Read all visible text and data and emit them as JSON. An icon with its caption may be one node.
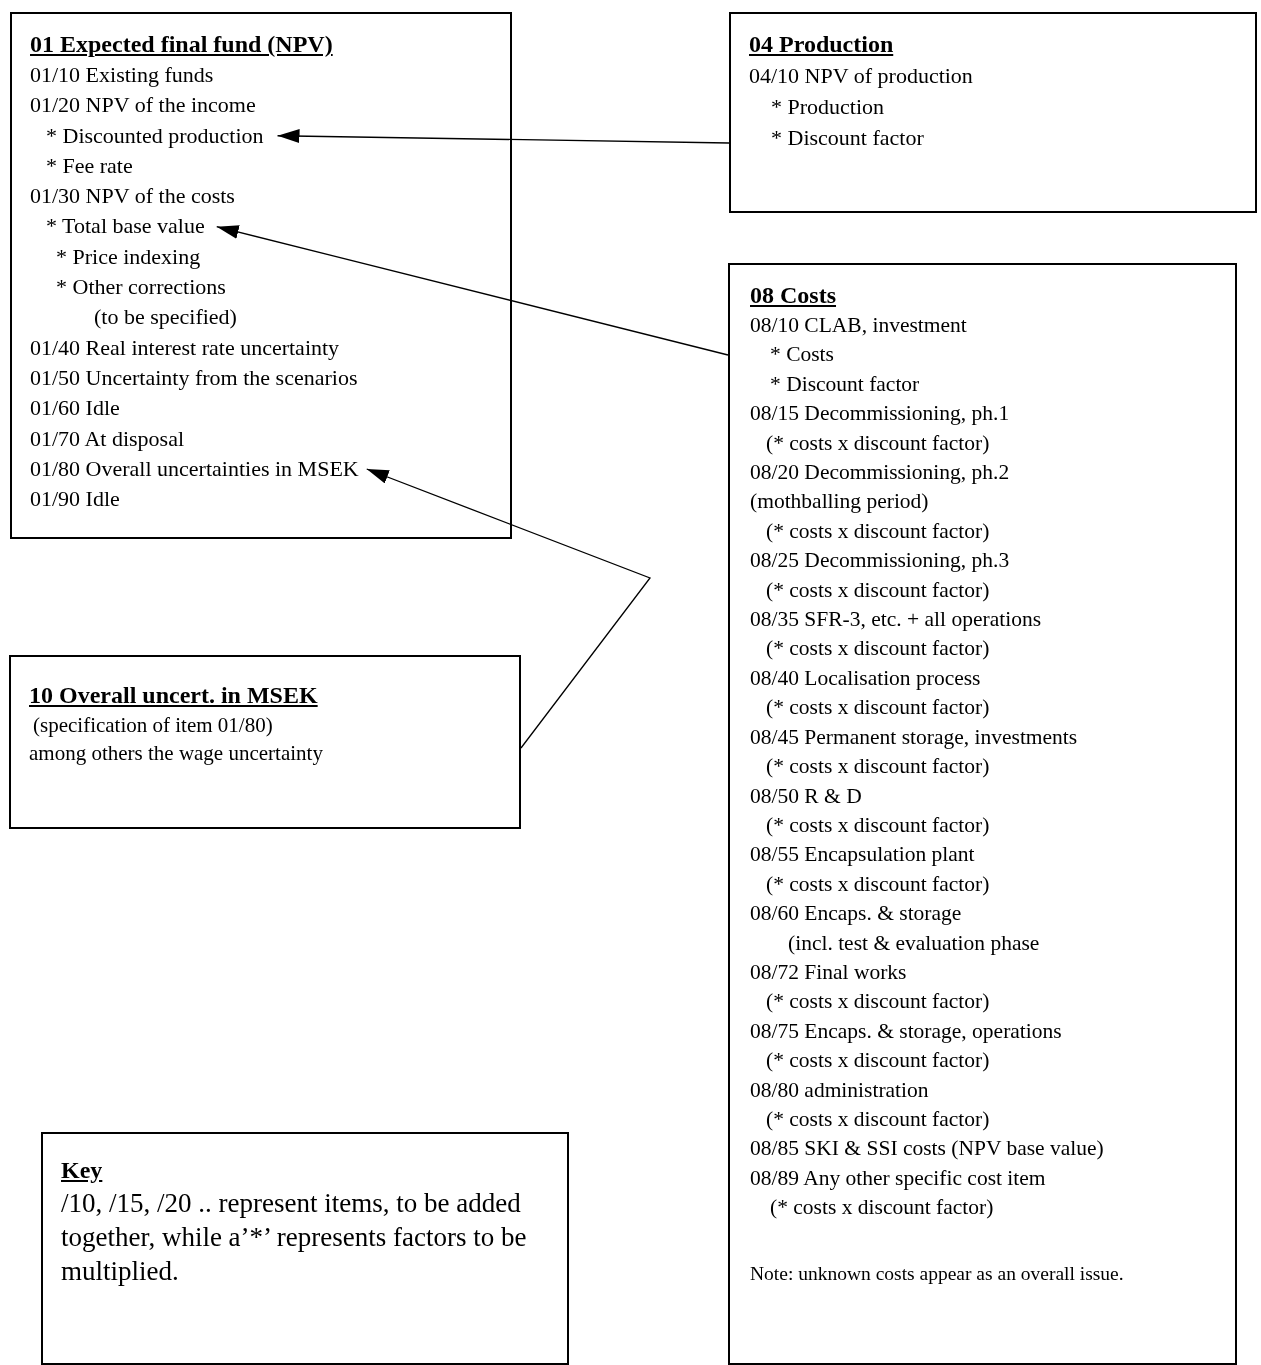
{
  "diagram": {
    "nodes": [
      {
        "text": [
          "01 Expected final fund (NPV)",
          "01/10 Existing funds",
          "01/20 NPV of the income",
          "* Discounted production",
          "* Fee rate",
          "01/30 NPV of the costs",
          "* Total base value",
          "* Price indexing",
          "* Other corrections",
          "(to be specified)",
          "01/40 Real interest rate uncertainty",
          "01/50 Uncertainty from the scenarios",
          "01/60 Idle",
          "01/70 At disposal",
          "01/80 Overall uncertainties in MSEK",
          "01/90 Idle"
        ]
      },
      {
        "text": [
          "04 Production",
          "04/10 NPV of production",
          "* Production",
          "* Discount factor"
        ]
      },
      {
        "text": [
          "08 Costs",
          "08/10 CLAB, investment",
          "* Costs",
          "* Discount factor",
          "08/15 Decommissioning, ph.1",
          "(* costs x discount factor)",
          "08/20 Decommissioning, ph.2",
          "(mothballing period)",
          "(* costs x discount factor)",
          "08/25 Decommissioning, ph.3",
          "(* costs x discount factor)",
          "08/35 SFR-3, etc. + all operations",
          "(* costs x discount factor)",
          "08/40 Localisation process",
          "(* costs x discount factor)",
          "08/45 Permanent storage, investments",
          "(* costs x discount factor)",
          "08/50 R & D",
          "(* costs x discount factor)",
          "08/55 Encapsulation plant",
          "(* costs x discount factor)",
          "08/60 Encaps. & storage",
          "(incl. test & evaluation phase",
          "08/72 Final works",
          "(* costs x discount factor)",
          "08/75 Encaps. & storage, operations",
          "(* costs x discount factor)",
          "08/80 administration",
          "(* costs x discount factor)",
          "08/85 SKI & SSI costs (NPV base value)",
          "08/89 Any other specific cost item",
          "(* costs x discount factor)",
          "Note: unknown costs appear as an overall issue."
        ]
      },
      {
        "text": [
          "10 Overall uncert. in MSEK",
          "(specification of item 01/80)",
          "among others the wage uncertainty"
        ]
      },
      {
        "text": [
          "Key",
          "/10, /15, /20 .. represent items, to be added together, while a’*’ represents factors to be multiplied."
        ]
      }
    ],
    "edges": [
      {
        "from": 1,
        "to": 0,
        "arrow": "to"
      },
      {
        "from": 2,
        "to": 0,
        "arrow": "to"
      },
      {
        "from": 3,
        "to": 0,
        "arrow": "to"
      }
    ]
  }
}
